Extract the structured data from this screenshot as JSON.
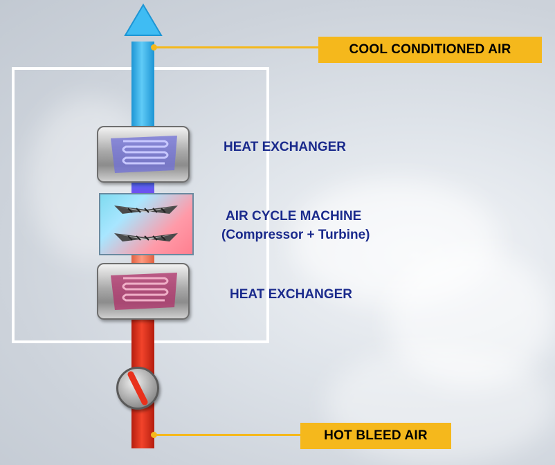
{
  "callouts": {
    "top": "COOL CONDITIONED AIR",
    "bottom": "HOT BLEED AIR"
  },
  "components": {
    "heat_exchanger_upper": "HEAT EXCHANGER",
    "acm_title": "AIR CYCLE MACHINE",
    "acm_subtitle": "(Compressor + Turbine)",
    "heat_exchanger_lower": "HEAT EXCHANGER"
  },
  "colors": {
    "callout": "#f5b81c",
    "label_text": "#1a2a8c",
    "cool_air": "#36b6ef",
    "hot_air": "#e8311c"
  },
  "icons": [
    "arrow-up-icon",
    "valve-icon",
    "compressor-icon",
    "turbine-icon"
  ]
}
